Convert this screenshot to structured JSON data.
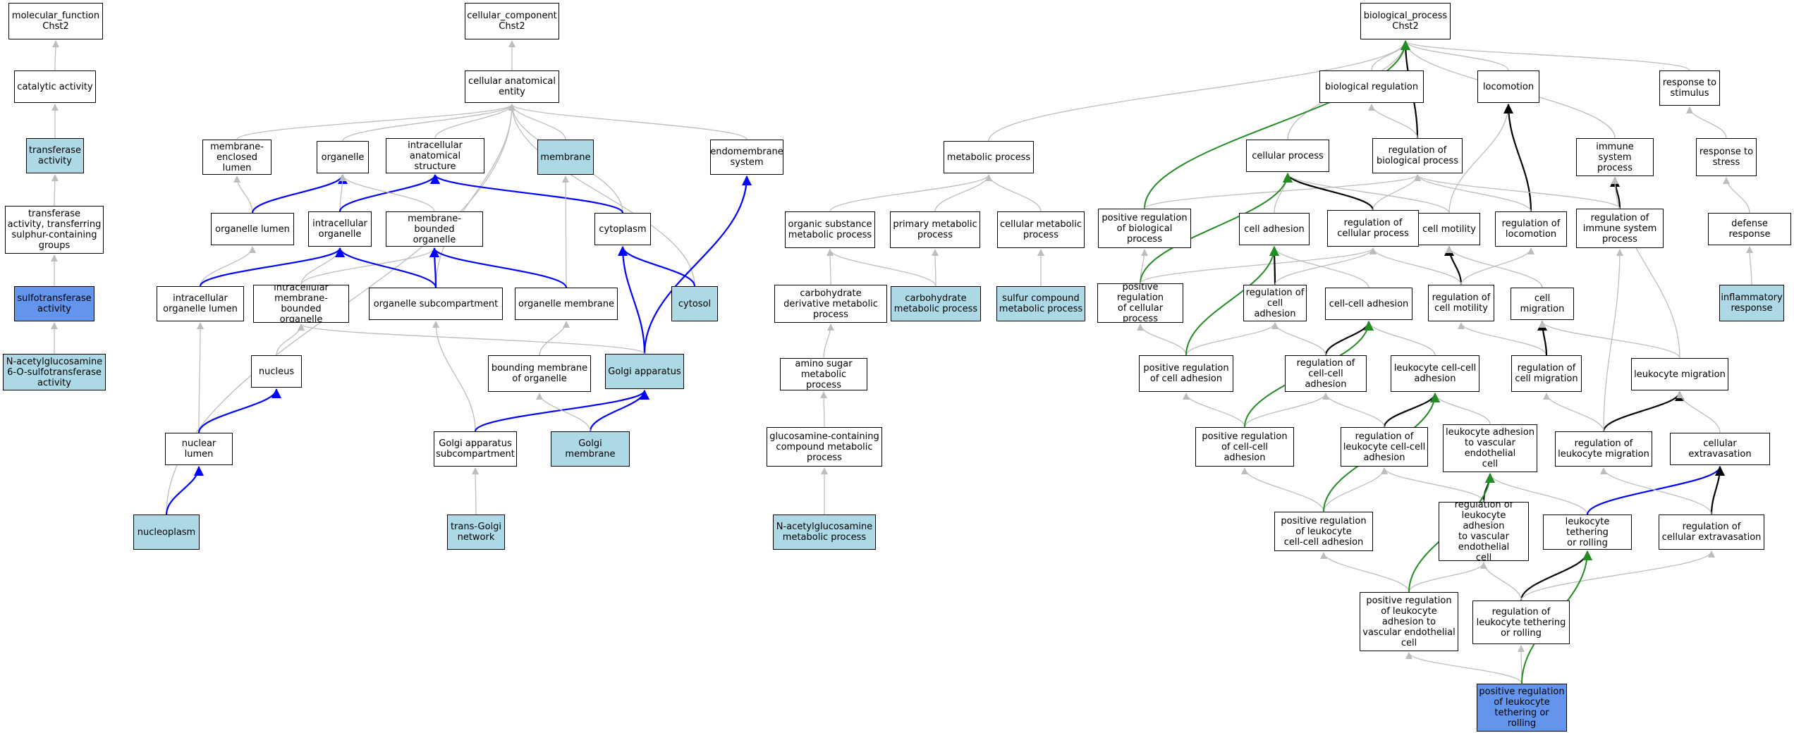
{
  "colors": {
    "gray": "#bdbdbd",
    "blue": "#0000ff",
    "green": "#228b22",
    "black": "#000000",
    "node_light": "#add8e6",
    "node_dark": "#6495ed"
  },
  "nodes": {
    "mf_root": "molecular_function\nChst2",
    "catalytic": "catalytic activity",
    "transferase": "transferase\nactivity",
    "transferase_sulphur": "transferase\nactivity, transferring\nsulphur-containing\ngroups",
    "sulfotransferase": "sulfotransferase\nactivity",
    "nag6o": "N-acetylglucosamine\n6-O-sulfotransferase\nactivity",
    "cc_root": "cellular_component\nChst2",
    "cae": "cellular anatomical\nentity",
    "mel": "membrane-enclosed\nlumen",
    "organelle": "organelle",
    "ias": "intracellular\nanatomical structure",
    "membrane": "membrane",
    "endomembrane": "endomembrane\nsystem",
    "org_lumen": "organelle lumen",
    "intra_org": "intracellular\norganelle",
    "mbo": "membrane-bounded\norganelle",
    "cytoplasm": "cytoplasm",
    "intra_org_lumen": "intracellular\norganelle lumen",
    "imbo": "intracellular\nmembrane-bounded\norganelle",
    "org_subcomp": "organelle subcompartment",
    "org_membrane": "organelle membrane",
    "cytosol": "cytosol",
    "nucleus": "nucleus",
    "bmo": "bounding membrane\nof organelle",
    "golgi": "Golgi apparatus",
    "nuclear_lumen": "nuclear lumen",
    "golgi_sub": "Golgi apparatus\nsubcompartment",
    "golgi_mem": "Golgi membrane",
    "nucleoplasm": "nucleoplasm",
    "trans_golgi": "trans-Golgi\nnetwork",
    "metabolic": "metabolic process",
    "osmp": "organic substance\nmetabolic process",
    "pmp": "primary metabolic\nprocess",
    "cmp": "cellular metabolic\nprocess",
    "cdmp": "carbohydrate\nderivative metabolic\nprocess",
    "carb_mp": "carbohydrate\nmetabolic process",
    "sulfur_mp": "sulfur compound\nmetabolic process",
    "amino_sugar": "amino sugar\nmetabolic process",
    "glucosamine": "glucosamine-containing\ncompound metabolic\nprocess",
    "nag_mp": "N-acetylglucosamine\nmetabolic process",
    "bp_root": "biological_process\nChst2",
    "bio_reg": "biological regulation",
    "locomotion": "locomotion",
    "response_stim": "response to\nstimulus",
    "cellular_process": "cellular process",
    "reg_bp": "regulation of\nbiological process",
    "immune": "immune system\nprocess",
    "response_stress": "response to\nstress",
    "pos_reg_bp": "positive regulation\nof biological\nprocess",
    "cell_adhesion": "cell adhesion",
    "reg_cp": "regulation of\ncellular process",
    "cell_motility": "cell motility",
    "reg_loco": "regulation of\nlocomotion",
    "reg_immune": "regulation of\nimmune system\nprocess",
    "defense": "defense response",
    "pos_reg_cp": "positive regulation\nof cellular\nprocess",
    "reg_ca": "regulation of\ncell adhesion",
    "ccadh": "cell-cell adhesion",
    "reg_motility": "regulation of\ncell motility",
    "cell_migration": "cell migration",
    "inflammatory": "inflammatory\nresponse",
    "pos_reg_ca": "positive regulation\nof cell adhesion",
    "reg_ccadh": "regulation of\ncell-cell adhesion",
    "lccadh": "leukocyte cell-cell\nadhesion",
    "reg_cm": "regulation of\ncell migration",
    "leuk_mig": "leukocyte migration",
    "pos_reg_ccadh": "positive regulation\nof cell-cell\nadhesion",
    "reg_lccadh": "regulation of\nleukocyte cell-cell\nadhesion",
    "lave": "leukocyte adhesion\nto vascular\nendothelial\ncell",
    "reg_leuk_mig": "regulation of\nleukocyte migration",
    "cell_extrav": "cellular extravasation",
    "pos_reg_lccadh": "positive regulation\nof leukocyte\ncell-cell adhesion",
    "reg_lave": "regulation of\nleukocyte adhesion\nto vascular\nendothelial\ncell",
    "leuk_teth": "leukocyte tethering\nor rolling",
    "reg_extrav": "regulation of\ncellular extravasation",
    "pos_reg_lave": "positive regulation\nof leukocyte\nadhesion to\nvascular endothelial\ncell",
    "reg_teth": "regulation of\nleukocyte tethering\nor rolling",
    "pos_reg_teth": "positive regulation\nof leukocyte\ntethering or\nrolling"
  }
}
